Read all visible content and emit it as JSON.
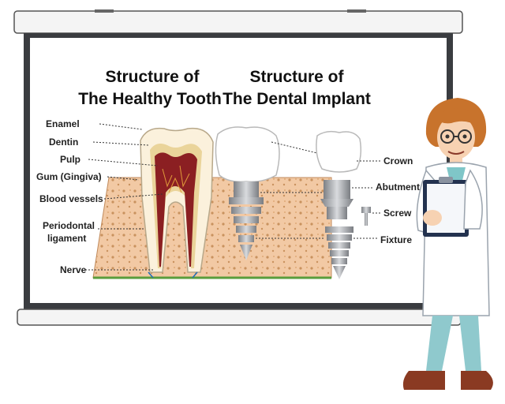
{
  "titles": {
    "tooth_line1": "Structure of",
    "tooth_line2": "The Healthy Tooth",
    "implant_line1": "Structure of",
    "implant_line2": "The Dental Implant"
  },
  "tooth_labels": {
    "enamel": "Enamel",
    "dentin": "Dentin",
    "pulp": "Pulp",
    "gum": "Gum (Gingiva)",
    "blood_vessels": "Blood vessels",
    "periodontal_1": "Periodontal",
    "periodontal_2": "ligament",
    "nerve": "Nerve"
  },
  "implant_labels": {
    "crown": "Crown",
    "abutment": "Abutment",
    "screw": "Screw",
    "fixture": "Fixture"
  },
  "colors": {
    "bone": "#f2c4a0",
    "enamel": "#fbf1dc",
    "pulp": "#8b1f22",
    "metal": "#a6a9ae",
    "board_frame": "#3a3c40",
    "coat": "#ffffff",
    "hair": "#c8732c"
  },
  "icons": [
    "projection-screen",
    "tooth-cross-section",
    "dental-implant",
    "scientist-character",
    "clipboard-icon"
  ]
}
